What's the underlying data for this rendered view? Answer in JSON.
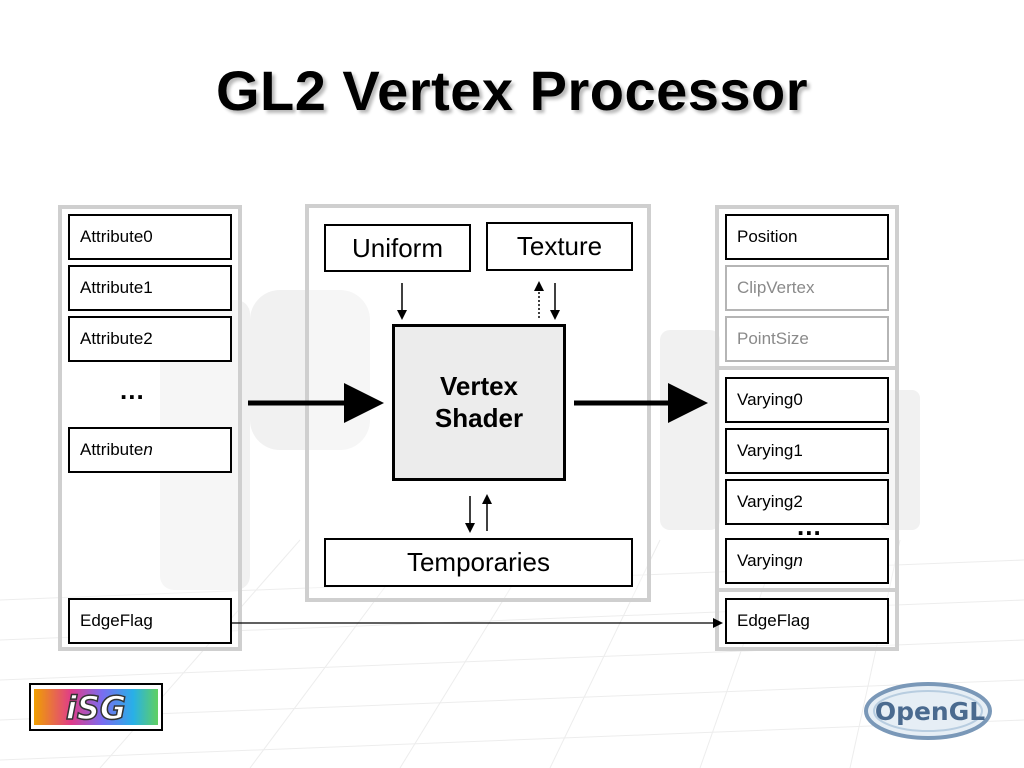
{
  "title": "GL2 Vertex Processor",
  "inputs": {
    "attributes": [
      "Attribute0",
      "Attribute1",
      "Attribute2"
    ],
    "ellipsis": "...",
    "attribute_n": {
      "prefix": "Attribute",
      "suffix": "n"
    },
    "edge_flag": "EdgeFlag"
  },
  "processor": {
    "uniform": "Uniform",
    "texture": "Texture",
    "shader_line1": "Vertex",
    "shader_line2": "Shader",
    "temporaries": "Temporaries"
  },
  "outputs": {
    "position": "Position",
    "clip_vertex": "ClipVertex",
    "point_size": "PointSize",
    "varyings": [
      "Varying0",
      "Varying1",
      "Varying2"
    ],
    "ellipsis": "...",
    "varying_n": {
      "prefix": "Varying",
      "suffix": "n"
    },
    "edge_flag": "EdgeFlag"
  },
  "logos": {
    "left": "iSG",
    "right": "OpenGL"
  },
  "colors": {
    "panel_border": "#cfcfcf",
    "faded_text": "#8a8a8a",
    "shader_fill": "#ececec"
  }
}
